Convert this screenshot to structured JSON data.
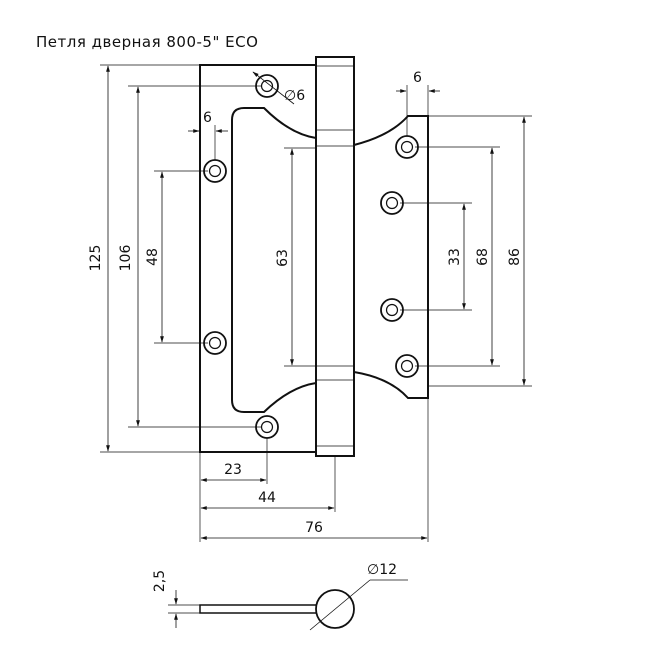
{
  "title": "Петля  дверная 800-5\" ECO",
  "dimensions": {
    "d_hole": "∅6",
    "left_top_6": "6",
    "right_top_6": "6",
    "h125": "125",
    "h106": "106",
    "h48": "48",
    "h63": "63",
    "h33": "33",
    "h68": "68",
    "h86": "86",
    "w23": "23",
    "w44": "44",
    "w76": "76",
    "thickness": "2,5",
    "knuckle": "∅12"
  }
}
